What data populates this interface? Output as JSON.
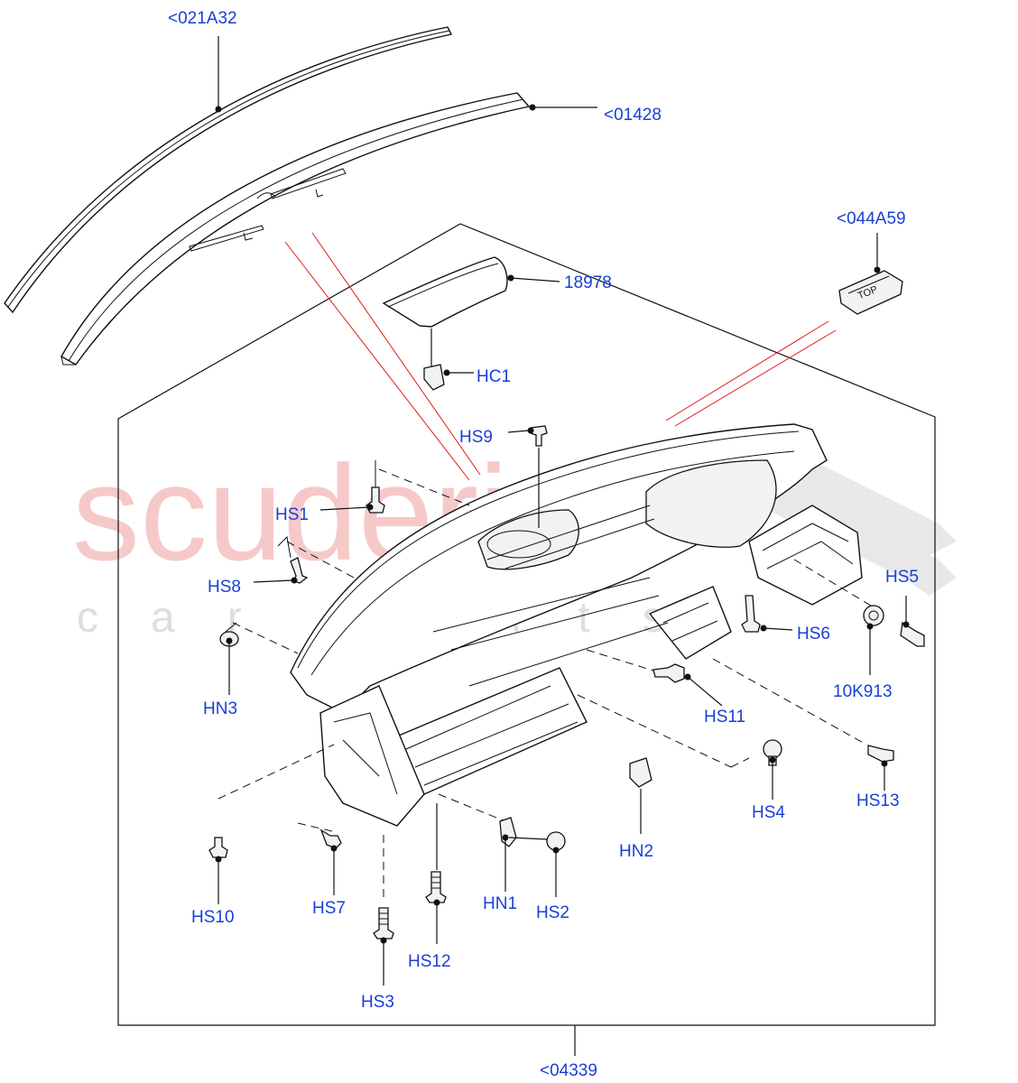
{
  "watermark": {
    "main": "scuderia",
    "sub": "car parts"
  },
  "labels": {
    "p021A32": "<021A32",
    "p01428": "<01428",
    "p044A59": "<044A59",
    "p18978": "18978",
    "hc1": "HC1",
    "hs9": "HS9",
    "hs1": "HS1",
    "hs8": "HS8",
    "hn3": "HN3",
    "hs5": "HS5",
    "hs6": "HS6",
    "p10K913": "10K913",
    "hs11": "HS11",
    "hs4": "HS4",
    "hs13": "HS13",
    "hn2": "HN2",
    "hs10": "HS10",
    "hs7": "HS7",
    "hn1": "HN1",
    "hs2": "HS2",
    "hs12": "HS12",
    "hs3": "HS3",
    "p04339": "<04339"
  },
  "clip_marking": "TOP",
  "colors": {
    "label": "#1a3fd6",
    "line": "#111111",
    "highlight": "#e01b1b",
    "watermark_red": "#f6c9c9",
    "watermark_grey": "#dedede"
  }
}
